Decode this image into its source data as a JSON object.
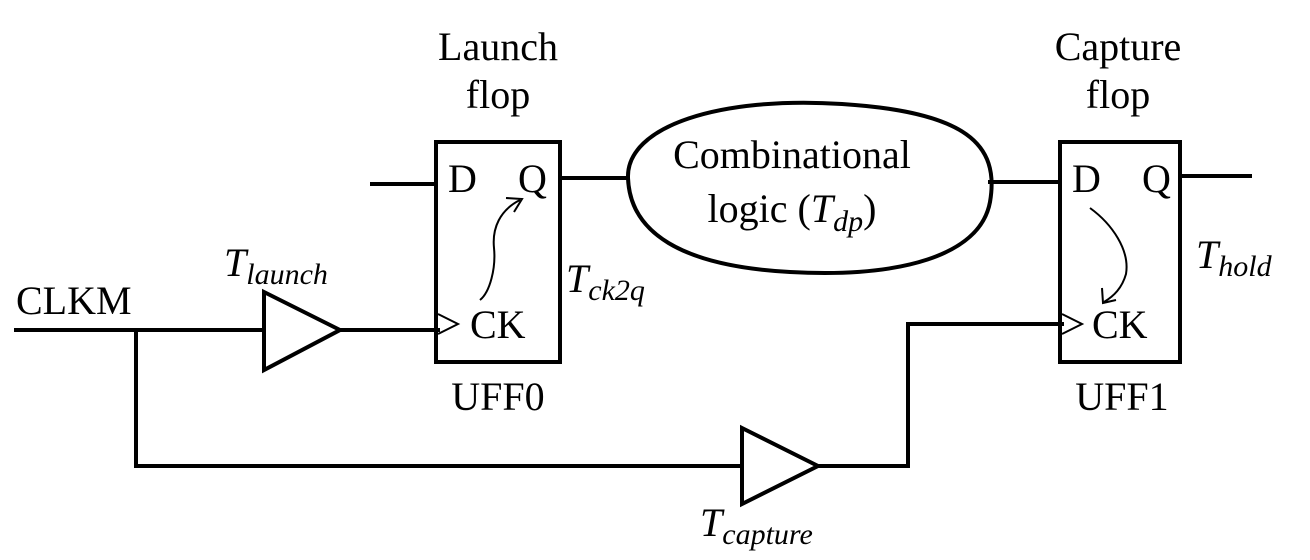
{
  "labels": {
    "launch_title_line1": "Launch",
    "launch_title_line2": "flop",
    "capture_title_line1": "Capture",
    "capture_title_line2": "flop",
    "clock_input": "CLKM",
    "launch_flop_name": "UFF0",
    "capture_flop_name": "UFF1",
    "pin_d": "D",
    "pin_q": "Q",
    "pin_ck": "CK",
    "comb_line1": "Combinational",
    "comb_line2_prefix": "logic (",
    "comb_line2_suffix": ")"
  },
  "delays": {
    "t_symbol": "T",
    "launch_sub": "launch",
    "capture_sub": "capture",
    "ck2q_sub": "ck2q",
    "hold_sub": "hold",
    "dp_sub": "dp"
  },
  "colors": {
    "stroke": "#000000",
    "background": "#ffffff"
  }
}
